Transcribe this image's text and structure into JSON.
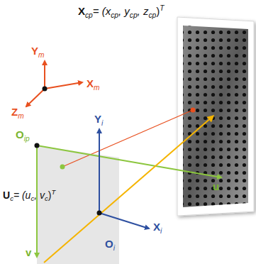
{
  "diagram": {
    "labels": [
      "X",
      "cp",
      "= (x",
      "cp",
      ", y",
      "cp",
      ", z",
      "cp",
      ")",
      "T",
      "Y",
      "m",
      "X",
      "m",
      "Z",
      "m",
      "O",
      "ip",
      "Y",
      "i",
      "u",
      "U",
      "c",
      "= (u",
      "c",
      ", v",
      "c",
      ")",
      "T",
      "X",
      "i",
      "O",
      "i",
      "v"
    ]
  }
}
